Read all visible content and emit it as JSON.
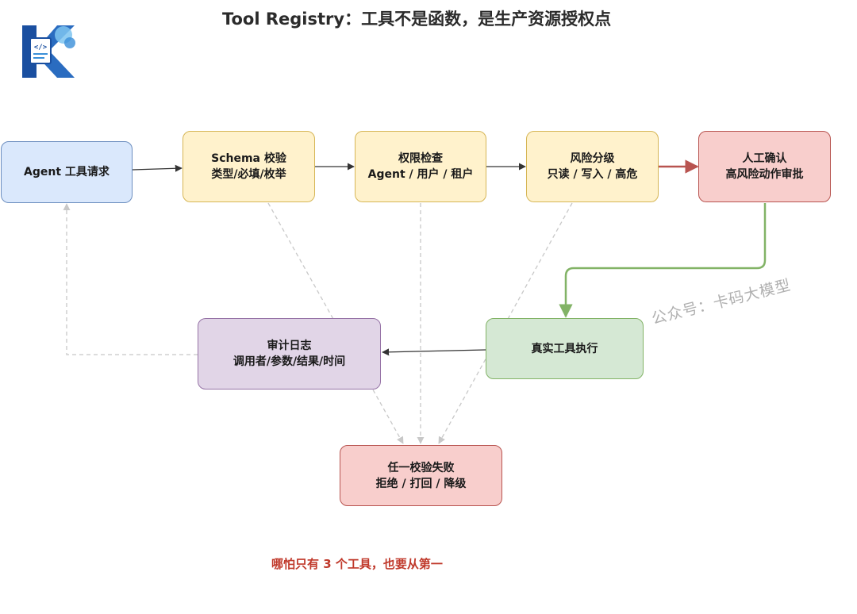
{
  "title": "Tool Registry：工具不是函数，是生产资源授权点",
  "logo": {
    "icon": "code-brain-k-logo",
    "colors": [
      "#1a4fa0",
      "#3a8fd8",
      "#7ec4f0"
    ]
  },
  "nodes": {
    "request": {
      "lines": [
        "Agent 工具请求"
      ]
    },
    "schema": {
      "lines": [
        "Schema 校验",
        "类型/必填/枚举"
      ]
    },
    "perm": {
      "lines": [
        "权限检查",
        "Agent / 用户 / 租户"
      ]
    },
    "risk": {
      "lines": [
        "风险分级",
        "只读 / 写入 / 高危"
      ]
    },
    "human": {
      "lines": [
        "人工确认",
        "高风险动作审批"
      ]
    },
    "exec": {
      "lines": [
        "真实工具执行"
      ]
    },
    "audit": {
      "lines": [
        "审计日志",
        "调用者/参数/结果/时间"
      ]
    },
    "fail": {
      "lines": [
        "任一校验失败",
        "拒绝 / 打回 / 降级"
      ]
    }
  },
  "edge_colors": {
    "solid": "#333333",
    "danger": "#b85450",
    "ok": "#82b366",
    "dashed": "#c8c8c8"
  },
  "watermark": "公众号：卡码大模型",
  "footer": "哪怕只有 3 个工具，也要从第一"
}
